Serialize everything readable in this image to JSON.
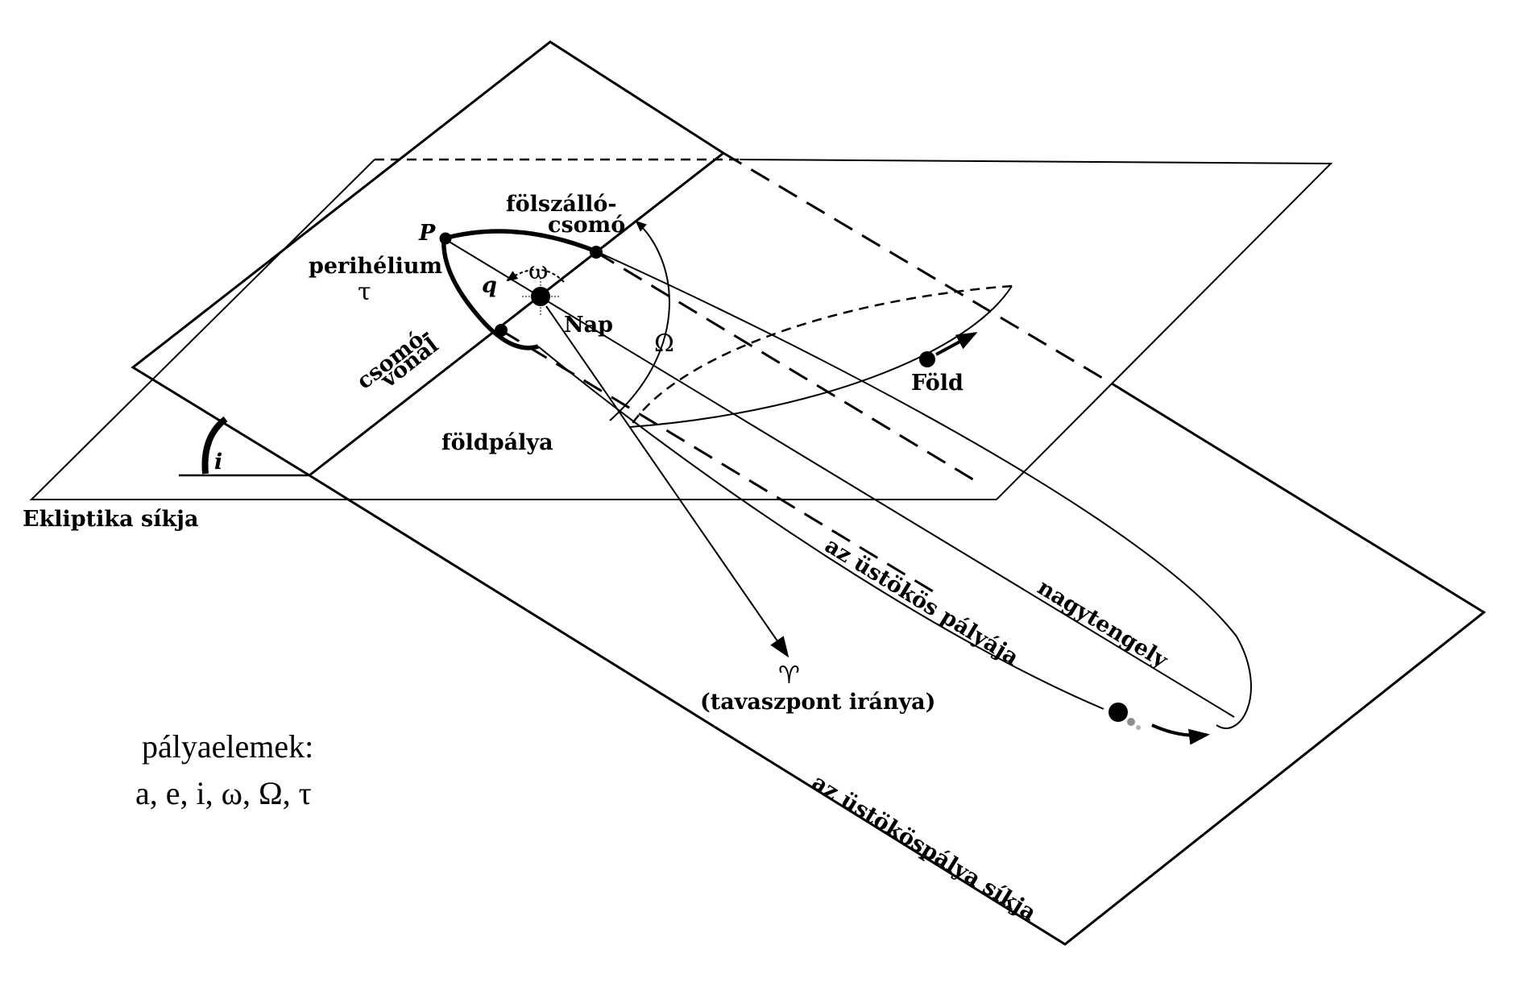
{
  "labels": {
    "ecliptic_plane": "Ekliptika síkja",
    "comet_orbit_plane": "az üstököspálya síkja",
    "comet_orbit": "az üstökös pályája",
    "major_axis": "nagytengely",
    "earth_orbit": "földpálya",
    "earth": "Föld",
    "sun": "Nap",
    "perihelion_point": "P",
    "perihelion": "perihélium",
    "tau": "τ",
    "perihelion_distance": "q",
    "omega": "ω",
    "Omega": "Ω",
    "inclination": "i",
    "ascending_node_line1": "fölszálló-",
    "ascending_node_line2": "csomó",
    "node_line_line1": "csomó-",
    "node_line_line2": "vonal",
    "vernal_symbol": "♈︎",
    "vernal_direction": "(tavaszpont iránya)",
    "elements_title": "pályaelemek:",
    "elements_list": "a, e, i, ω, Ω, τ"
  }
}
